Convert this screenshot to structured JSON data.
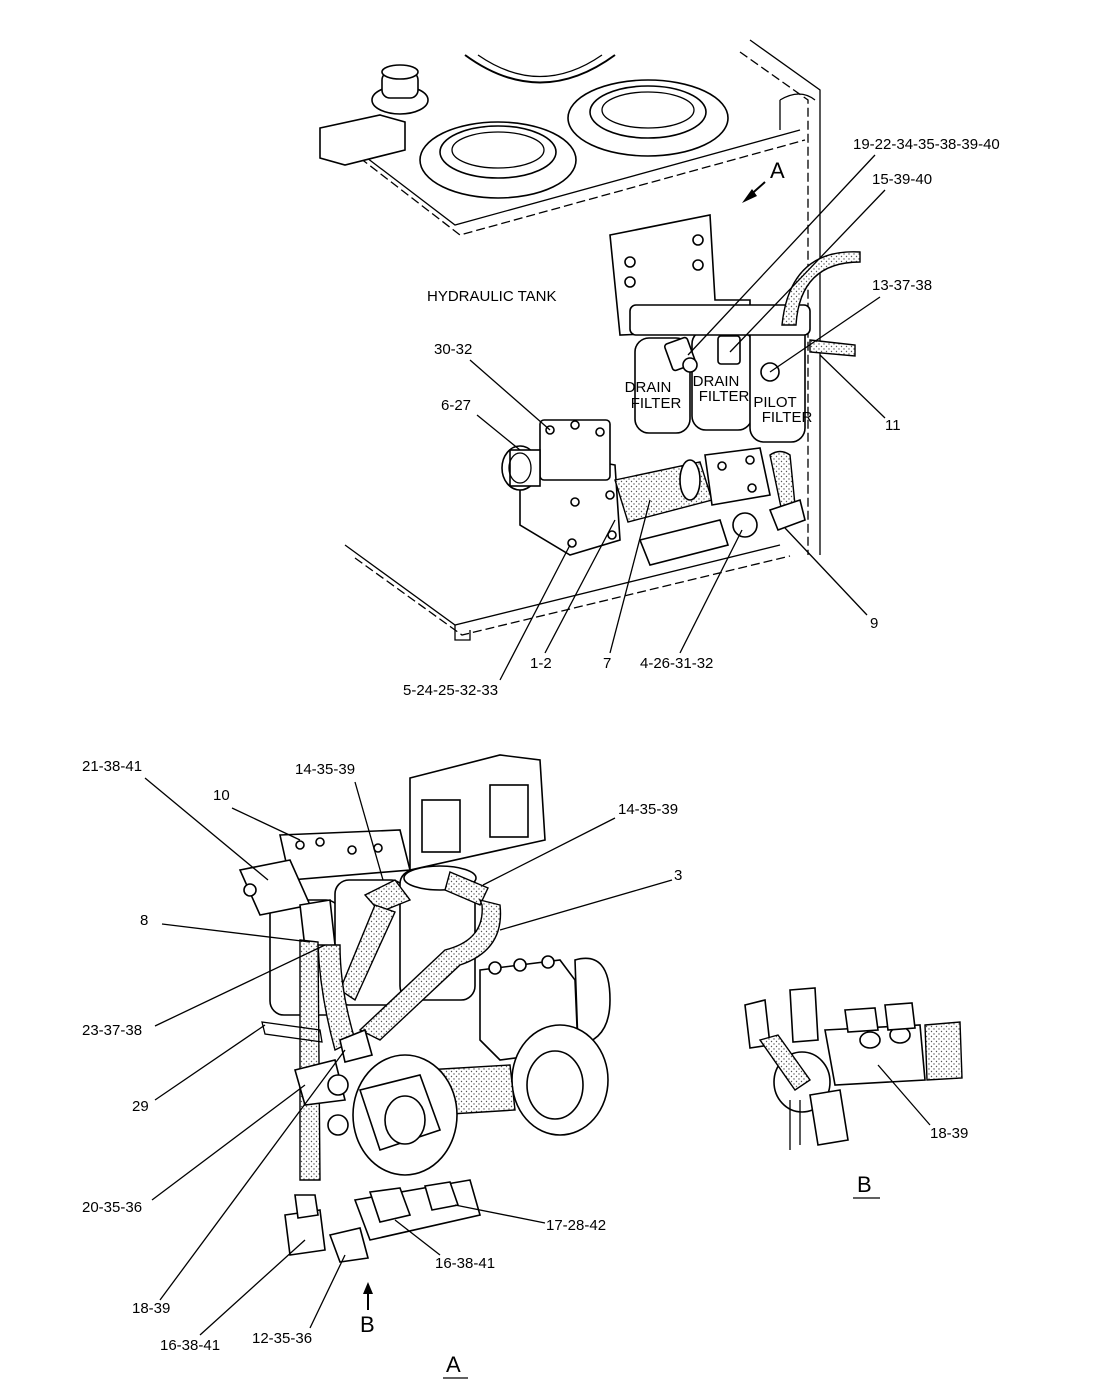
{
  "top_view": {
    "tank_label": "HYDRAULIC  TANK",
    "view_arrow_label": "A",
    "filters": [
      "DRAIN\nFILTER",
      "DRAIN\nFILTER",
      "PILOT\nFILTER"
    ],
    "callouts": [
      "19-22-34-35-38-39-40",
      "15-39-40",
      "13-37-38",
      "11",
      "30-32",
      "6-27",
      "9",
      "1-2",
      "7",
      "4-26-31-32",
      "5-24-25-32-33"
    ]
  },
  "view_a": {
    "title": "A",
    "view_arrow_label": "B",
    "callouts": [
      "21-38-41",
      "10",
      "14-35-39",
      "14-35-39",
      "3",
      "8",
      "23-37-38",
      "29",
      "20-35-36",
      "17-28-42",
      "16-38-41",
      "18-39",
      "16-38-41",
      "12-35-36"
    ]
  },
  "view_b": {
    "title": "B",
    "callouts": [
      "18-39"
    ]
  }
}
